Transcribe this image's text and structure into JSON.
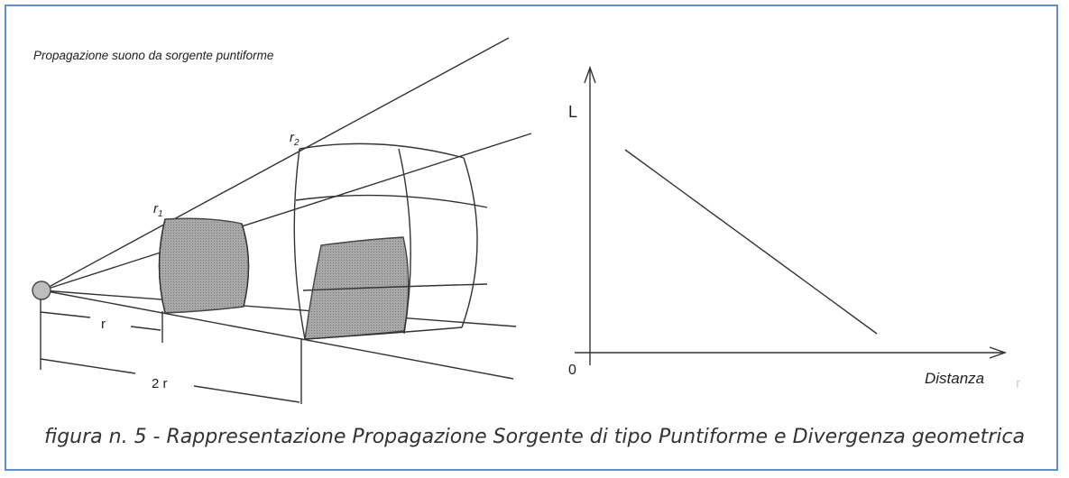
{
  "diagram": {
    "title": "Propagazione suono da sorgente puntiforme",
    "r1_label": "r",
    "r1_sub": "1",
    "r2_label": "r",
    "r2_sub": "2",
    "r_dim_label": "r",
    "two_r_dim_label": "2 r",
    "shaded_color": "#9a9a9a"
  },
  "graph": {
    "y_label": "L",
    "x_label": "Distanza",
    "origin_label": "0",
    "faint_label": "r"
  },
  "caption": "figura n. 5 - Rappresentazione Propagazione Sorgente di tipo Puntiforme e Divergenza geometrica"
}
